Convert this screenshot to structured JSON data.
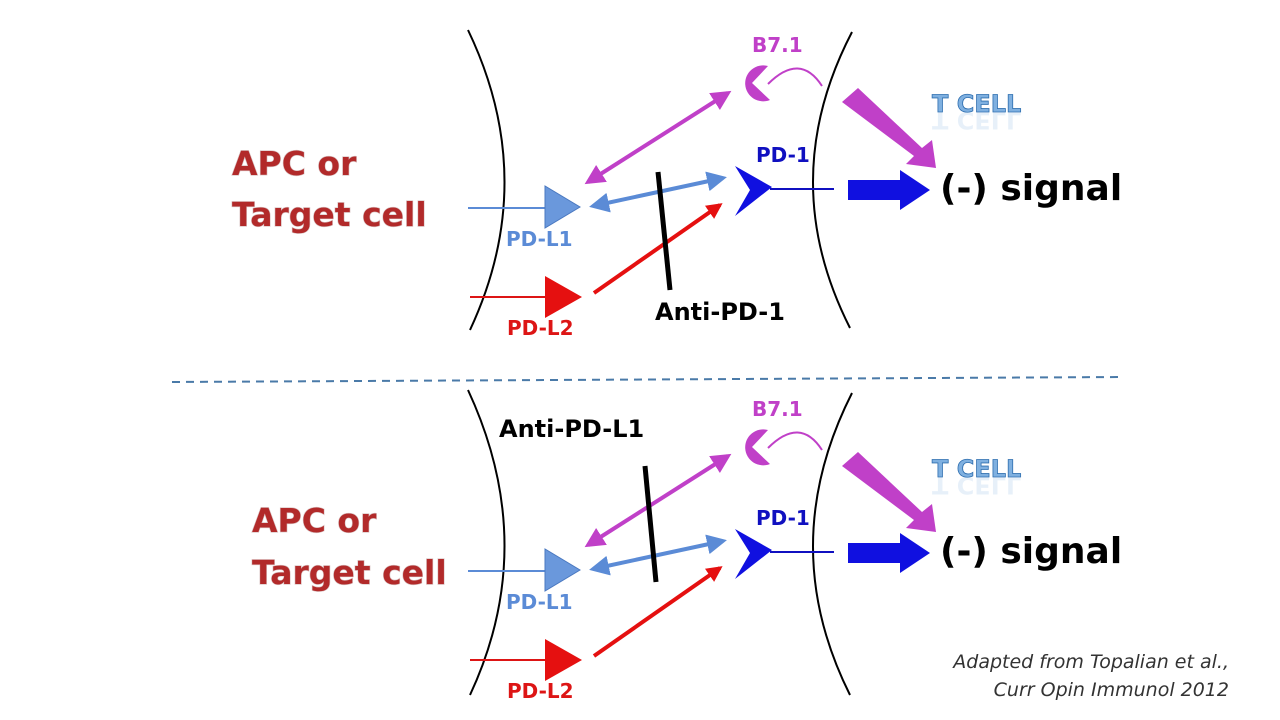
{
  "panels": [
    {
      "id": "top",
      "apc_line1": "APC or",
      "apc_line2": "Target cell",
      "b71": "B7.1",
      "t_cell": "T CELL",
      "pd1": "PD-1",
      "signal": "(-) signal",
      "pdl1": "PD-L1",
      "pdl2": "PD-L2",
      "antibody": "Anti-PD-1"
    },
    {
      "id": "bottom",
      "apc_line1": "APC or",
      "apc_line2": "Target cell",
      "b71": "B7.1",
      "t_cell": "T CELL",
      "pd1": "PD-1",
      "signal": "(-) signal",
      "pdl1": "PD-L1",
      "pdl2": "PD-L2",
      "antibody": "Anti-PD-L1"
    }
  ],
  "citation": {
    "line1": "Adapted from Topalian et al.,",
    "line2": "Curr Opin Immunol 2012"
  },
  "colors": {
    "apc_text": "#b22a2a",
    "b71": "#c040c8",
    "pd1": "#1010c0",
    "pdl1": "#5b8bd6",
    "pdl2": "#dd1515",
    "divider": "#4a7aa8"
  }
}
